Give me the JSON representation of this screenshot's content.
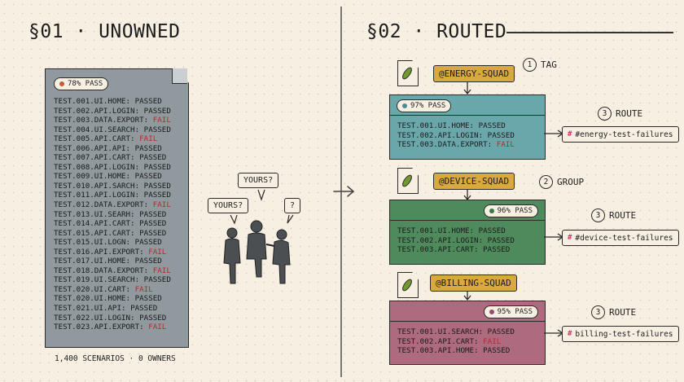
{
  "left": {
    "title": "§01 · UNOWNED",
    "pass_badge": "78% PASS",
    "tests": [
      {
        "name": "TEST.001.UI.HOME:",
        "status": "PASSED"
      },
      {
        "name": "TEST.002.API.LOGIN:",
        "status": "PASSED"
      },
      {
        "name": "TEST.003.DATA.EXPORT:",
        "status": "FAIL"
      },
      {
        "name": "TEST.004.UI.SEARCH:",
        "status": "PASSED"
      },
      {
        "name": "TEST.005.API.CART:",
        "status": "FAIL"
      },
      {
        "name": "TEST.006.API.API:",
        "status": "PASSED"
      },
      {
        "name": "TEST.007.API.CART:",
        "status": "PASSED"
      },
      {
        "name": "TEST.008.API.LOGIN:",
        "status": "PASSED"
      },
      {
        "name": "TEST.009.UI.HOME:",
        "status": "PASSED"
      },
      {
        "name": "TEST.010.API.SARCH:",
        "status": "PASSED"
      },
      {
        "name": "TEST.011.API.LOGIN:",
        "status": "PASSED"
      },
      {
        "name": "TEST.012.DATA.EXPORT:",
        "status": "FAIL"
      },
      {
        "name": "TEST.013.UI.SEARH:",
        "status": "PASSED"
      },
      {
        "name": "TEST.014.API.CART:",
        "status": "PASSED"
      },
      {
        "name": "TEST.015.API.CART:",
        "status": "PASSED"
      },
      {
        "name": "TEST.015.UI.LOGN:",
        "status": "PASSED"
      },
      {
        "name": "TEST.016.API.EXPORT:",
        "status": "FAIL"
      },
      {
        "name": "TEST.017.UI.HOME:",
        "status": "PASSED"
      },
      {
        "name": "TEST.018.DATA.EXPORT:",
        "status": "FAIL"
      },
      {
        "name": "TEST.019.UI.SEARCH:",
        "status": "PASSED"
      },
      {
        "name": "TEST.020.UI.CART:",
        "status": "FAIL"
      },
      {
        "name": "TEST.020.UI.HOME:",
        "status": "PASSED"
      },
      {
        "name": "TEST.021.UI.API:",
        "status": "PASSED"
      },
      {
        "name": "TEST.022.UI.LOGIN:",
        "status": "PASSED"
      },
      {
        "name": "TEST.023.API.EXPORT:",
        "status": "FAIL"
      }
    ],
    "footer": "1,400 SCENARIOS · 0 OWNERS",
    "bubbles": [
      "YOURS?",
      "YOURS?",
      "?"
    ]
  },
  "right": {
    "title": "§02 · ROUTED",
    "teams": [
      {
        "squad": "@ENERGY-SQUAD",
        "step_num": "1",
        "step_label": "TAG",
        "pass_badge": "97% PASS",
        "route_num": "3",
        "route_label": "ROUTE",
        "channel": "#energy-test-failures",
        "color": "#6aa7ab",
        "dot_color": "#4a8e95",
        "tests": [
          {
            "name": "TEST.001.UI.HOME:",
            "status": "PASSED"
          },
          {
            "name": "TEST.002.API.LOGIN:",
            "status": "PASSED"
          },
          {
            "name": "TEST.003.DATA.EXPORT:",
            "status": "FAIL"
          }
        ]
      },
      {
        "squad": "@DEVICE-SQUAD",
        "step_num": "2",
        "step_label": "GROUP",
        "pass_badge": "96% PASS",
        "route_num": "3",
        "route_label": "ROUTE",
        "channel": "#device-test-failures",
        "color": "#4e8a5c",
        "dot_color": "#3a7a49",
        "tests": [
          {
            "name": "TEST.001.UI.HOME:",
            "status": "PASSED"
          },
          {
            "name": "TEST.002.API.LOGIN:",
            "status": "PASSED"
          },
          {
            "name": "TEST.003.API.CART:",
            "status": "PASSED"
          }
        ]
      },
      {
        "squad": "@BILLING-SQUAD",
        "step_num": "",
        "step_label": "",
        "pass_badge": "95% PASS",
        "route_num": "3",
        "route_label": "ROUTE",
        "channel": "billing-test-failures",
        "color": "#ae6a7e",
        "dot_color": "#94506a",
        "tests": [
          {
            "name": "TEST.001.UI.SEARCH:",
            "status": "PASSED"
          },
          {
            "name": "TEST.002.API.CART:",
            "status": "FAIL"
          },
          {
            "name": "TEST.003.API.HOME:",
            "status": "PASSED"
          }
        ]
      }
    ]
  },
  "colors": {
    "background": "#f6efe2",
    "unowned_doc": "#8f999e",
    "fail": "#c1262c",
    "tag": "#d9a93d",
    "pickle": "#6e9a2e",
    "slack_icon": "#c4376a"
  },
  "icons": {
    "pickle": "cucumber-icon",
    "slack": "slack-icon",
    "arrow": "arrow-right-icon"
  }
}
